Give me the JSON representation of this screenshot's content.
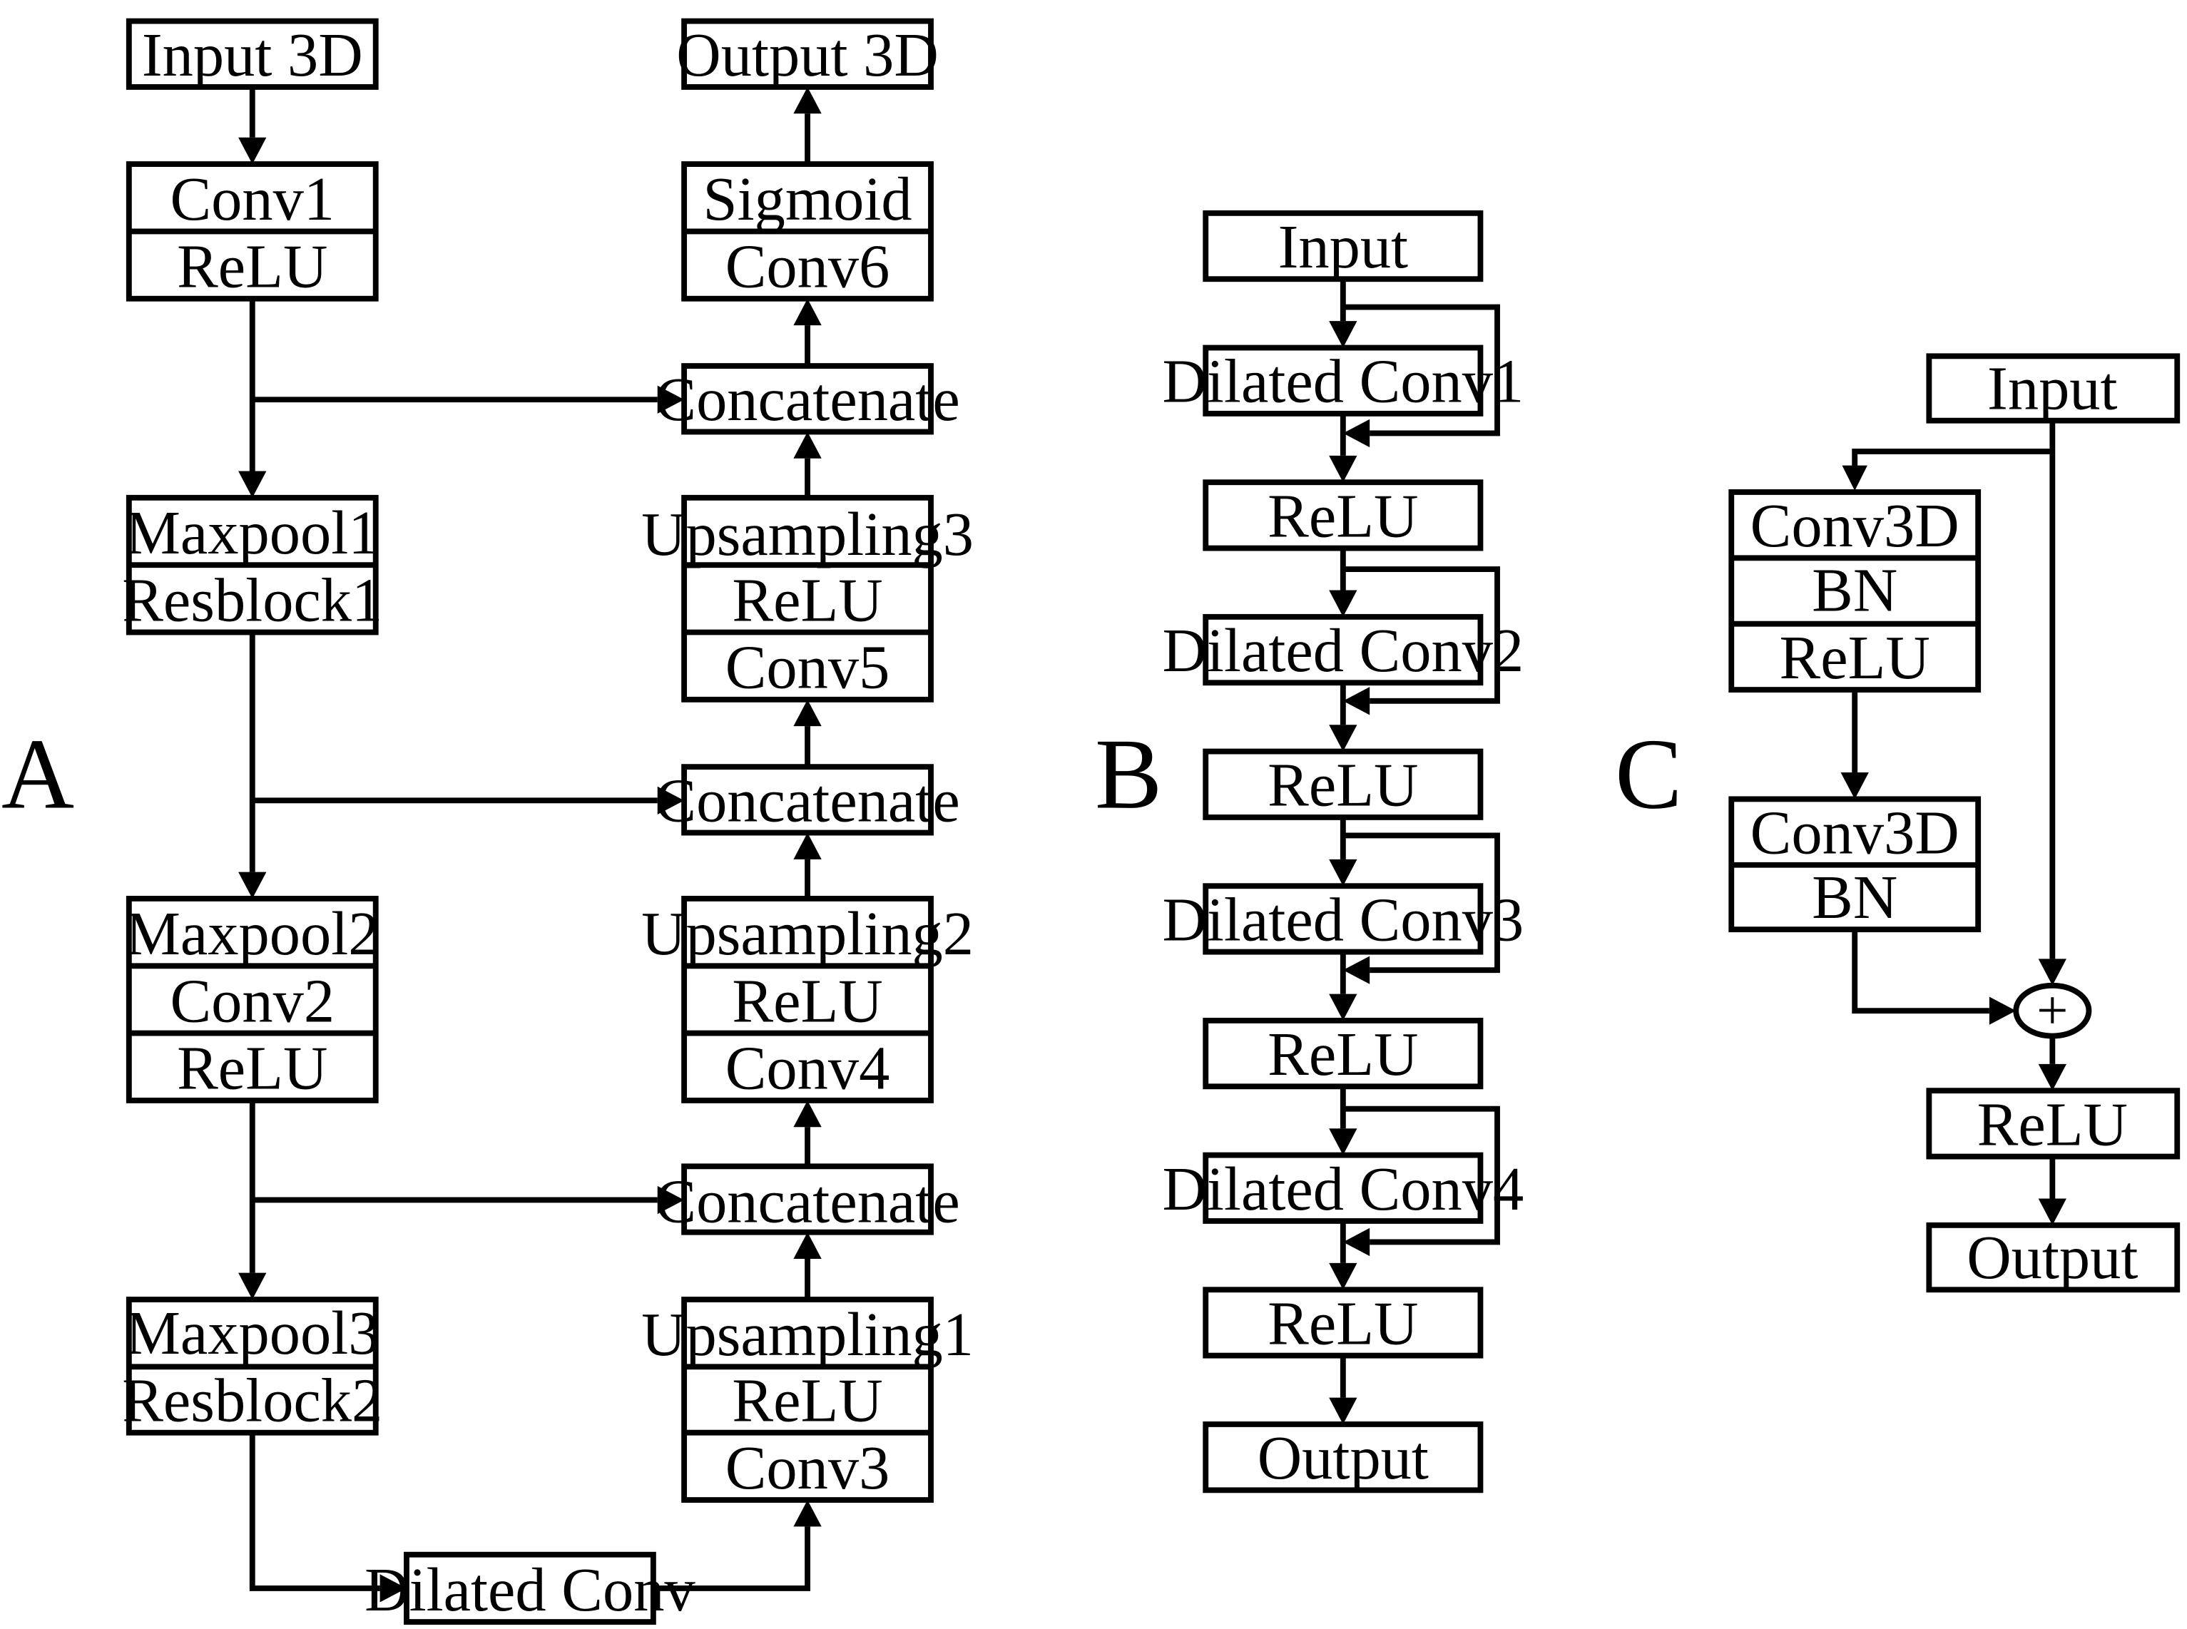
{
  "panels": {
    "a": {
      "label": "A",
      "input": "Input 3D",
      "conv1": "Conv1",
      "relu1": "ReLU",
      "maxpool1": "Maxpool1",
      "resblock1": "Resblock1",
      "maxpool2": "Maxpool2",
      "conv2": "Conv2",
      "relu2": "ReLU",
      "maxpool3": "Maxpool3",
      "resblock2": "Resblock2",
      "dilated_conv": "Dilated Conv",
      "upsampling1": "Upsampling1",
      "relu_up1": "ReLU",
      "conv3": "Conv3",
      "concat1": "Concatenate",
      "upsampling2": "Upsampling2",
      "relu_up2": "ReLU",
      "conv4": "Conv4",
      "concat2": "Concatenate",
      "upsampling3": "Upsampling3",
      "relu_up3": "ReLU",
      "conv5": "Conv5",
      "concat3": "Concatenate",
      "sigmoid": "Sigmoid",
      "conv6": "Conv6",
      "output": "Output 3D"
    },
    "b": {
      "label": "B",
      "input": "Input",
      "dilated_conv1": "Dilated Conv1",
      "relu1": "ReLU",
      "dilated_conv2": "Dilated Conv2",
      "relu2": "ReLU",
      "dilated_conv3": "Dilated Conv3",
      "relu3": "ReLU",
      "dilated_conv4": "Dilated Conv4",
      "relu4": "ReLU",
      "output": "Output"
    },
    "c": {
      "label": "C",
      "input": "Input",
      "conv3d_1": "Conv3D",
      "bn1": "BN",
      "relu1": "ReLU",
      "conv3d_2": "Conv3D",
      "bn2": "BN",
      "add": "+",
      "relu_out": "ReLU",
      "output": "Output"
    }
  }
}
